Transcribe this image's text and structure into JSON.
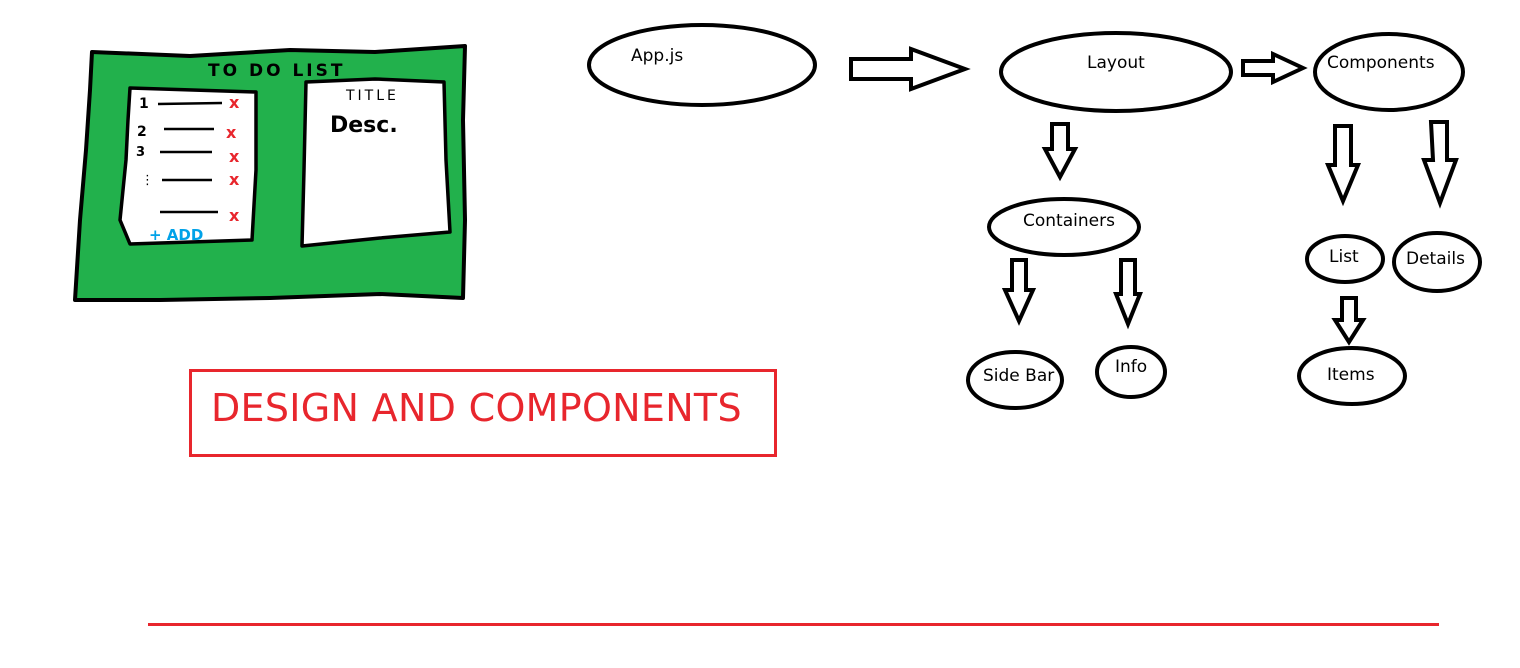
{
  "sketch": {
    "header": "TO DO LIST",
    "list_numbers": [
      "1",
      "2",
      "3",
      "⋮"
    ],
    "remove_marks": [
      "x",
      "x",
      "x",
      "x",
      "x"
    ],
    "add_label": "+ ADD",
    "detail_title": "TITLE",
    "detail_desc": "Desc."
  },
  "diagram": {
    "nodes": {
      "app": "App.js",
      "layout": "Layout",
      "components": "Components",
      "containers": "Containers",
      "sidebar": "Side Bar",
      "info": "Info",
      "list": "List",
      "details": "Details",
      "items": "Items"
    }
  },
  "banner": {
    "title": "DESIGN AND COMPONENTS"
  },
  "colors": {
    "sketch_green": "#22b14c",
    "accent_red": "#e8262d",
    "add_blue": "#00a2e8"
  }
}
